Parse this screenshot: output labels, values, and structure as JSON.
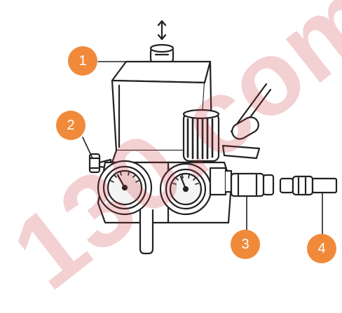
{
  "callouts": [
    {
      "label": "1",
      "target": "pressure-switch-cap"
    },
    {
      "label": "2",
      "target": "pressure-relief-valve"
    },
    {
      "label": "3",
      "target": "quick-coupler"
    },
    {
      "label": "4",
      "target": "air-hose-plug"
    }
  ],
  "watermark": {
    "text": "130.com"
  },
  "colors": {
    "callout": "#f08a3a",
    "line": "#222222",
    "fill": "#ffffff",
    "shade": "#d9d9d9",
    "watermark": "#c82832"
  }
}
